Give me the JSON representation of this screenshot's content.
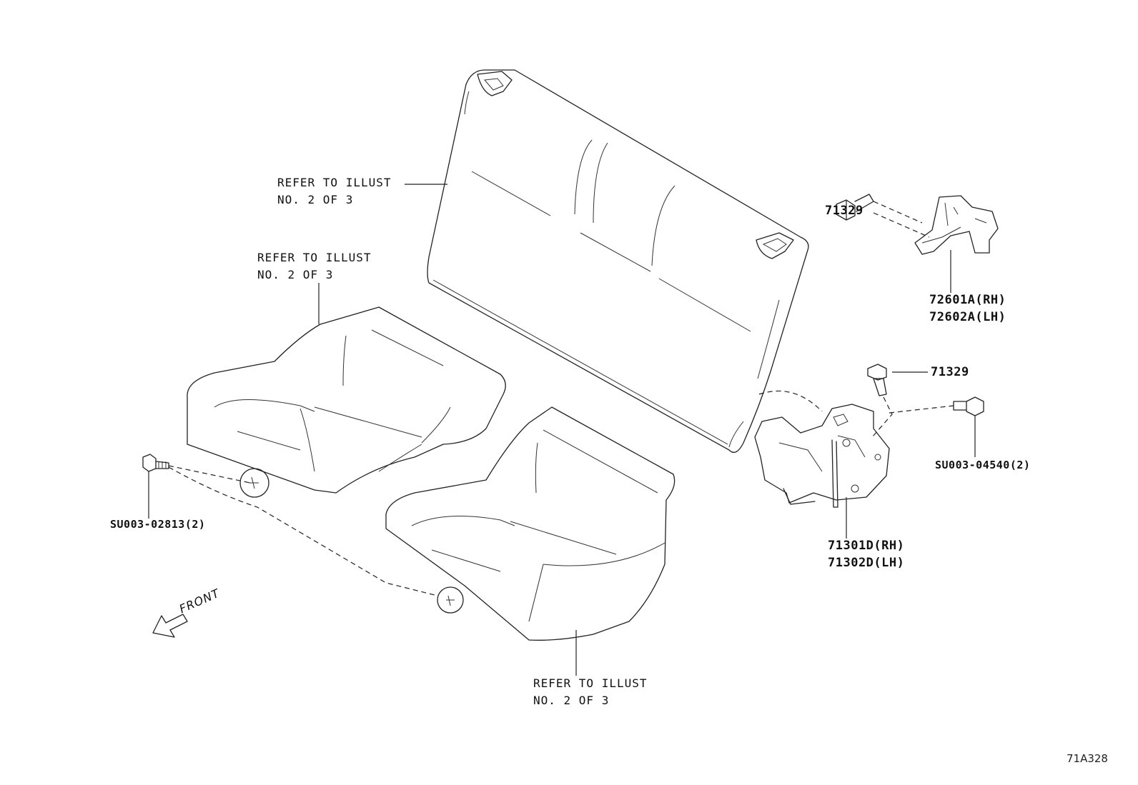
{
  "callouts": {
    "ref_backrest": [
      "REFER TO ILLUST",
      "NO. 2 OF 3"
    ],
    "ref_left_cushion": [
      "REFER TO ILLUST",
      "NO. 2 OF 3"
    ],
    "ref_right_cushion": [
      "REFER TO ILLUST",
      "NO. 2 OF 3"
    ]
  },
  "parts": {
    "bolt_upper": "71329",
    "bracket_rh": "72601A(RH)",
    "bracket_lh": "72602A(LH)",
    "bolt_hinge": "71329",
    "bolt_hinge_side": "SU003-04540(2)",
    "hinge_rh": "71301D(RH)",
    "hinge_lh": "71302D(LH)",
    "bolt_left": "SU003-02813(2)"
  },
  "front_label": "FRONT",
  "diagram_code": "71A328"
}
